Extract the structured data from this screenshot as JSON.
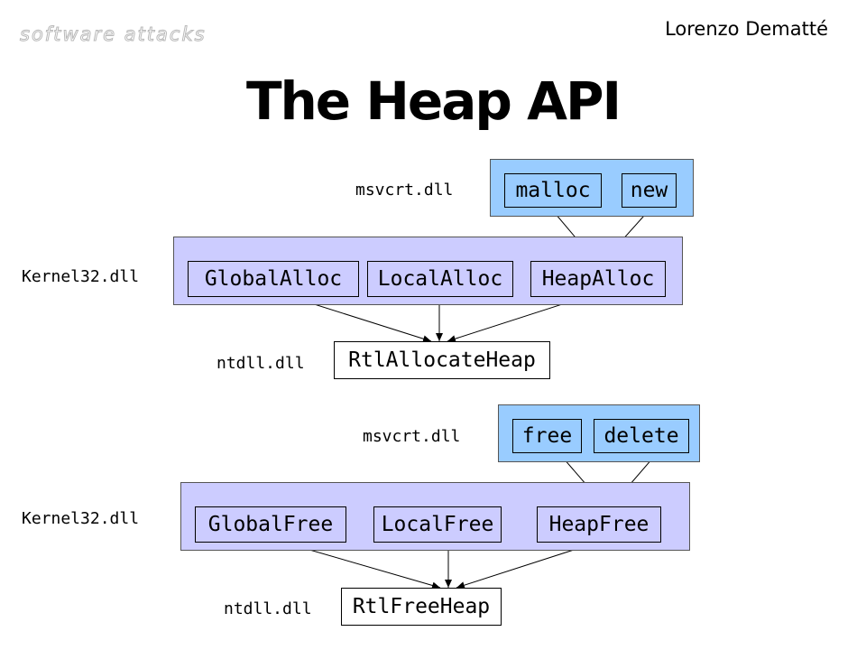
{
  "header": {
    "brand": "software attacks",
    "author": "Lorenzo Dematté",
    "title": "The Heap API"
  },
  "alloc": {
    "msvcrt_label": "msvcrt.dll",
    "kernel_label": "Kernel32.dll",
    "ntdll_label": "ntdll.dll",
    "msvcrt_funcs": [
      "malloc",
      "new"
    ],
    "kernel_funcs": [
      "GlobalAlloc",
      "LocalAlloc",
      "HeapAlloc"
    ],
    "ntdll_func": "RtlAllocateHeap"
  },
  "free": {
    "msvcrt_label": "msvcrt.dll",
    "kernel_label": "Kernel32.dll",
    "ntdll_label": "ntdll.dll",
    "msvcrt_funcs": [
      "free",
      "delete"
    ],
    "kernel_funcs": [
      "GlobalFree",
      "LocalFree",
      "HeapFree"
    ],
    "ntdll_func": "RtlFreeHeap"
  },
  "colors": {
    "msvcrt_fill": "#99ccff",
    "kernel_fill": "#ccccff"
  }
}
